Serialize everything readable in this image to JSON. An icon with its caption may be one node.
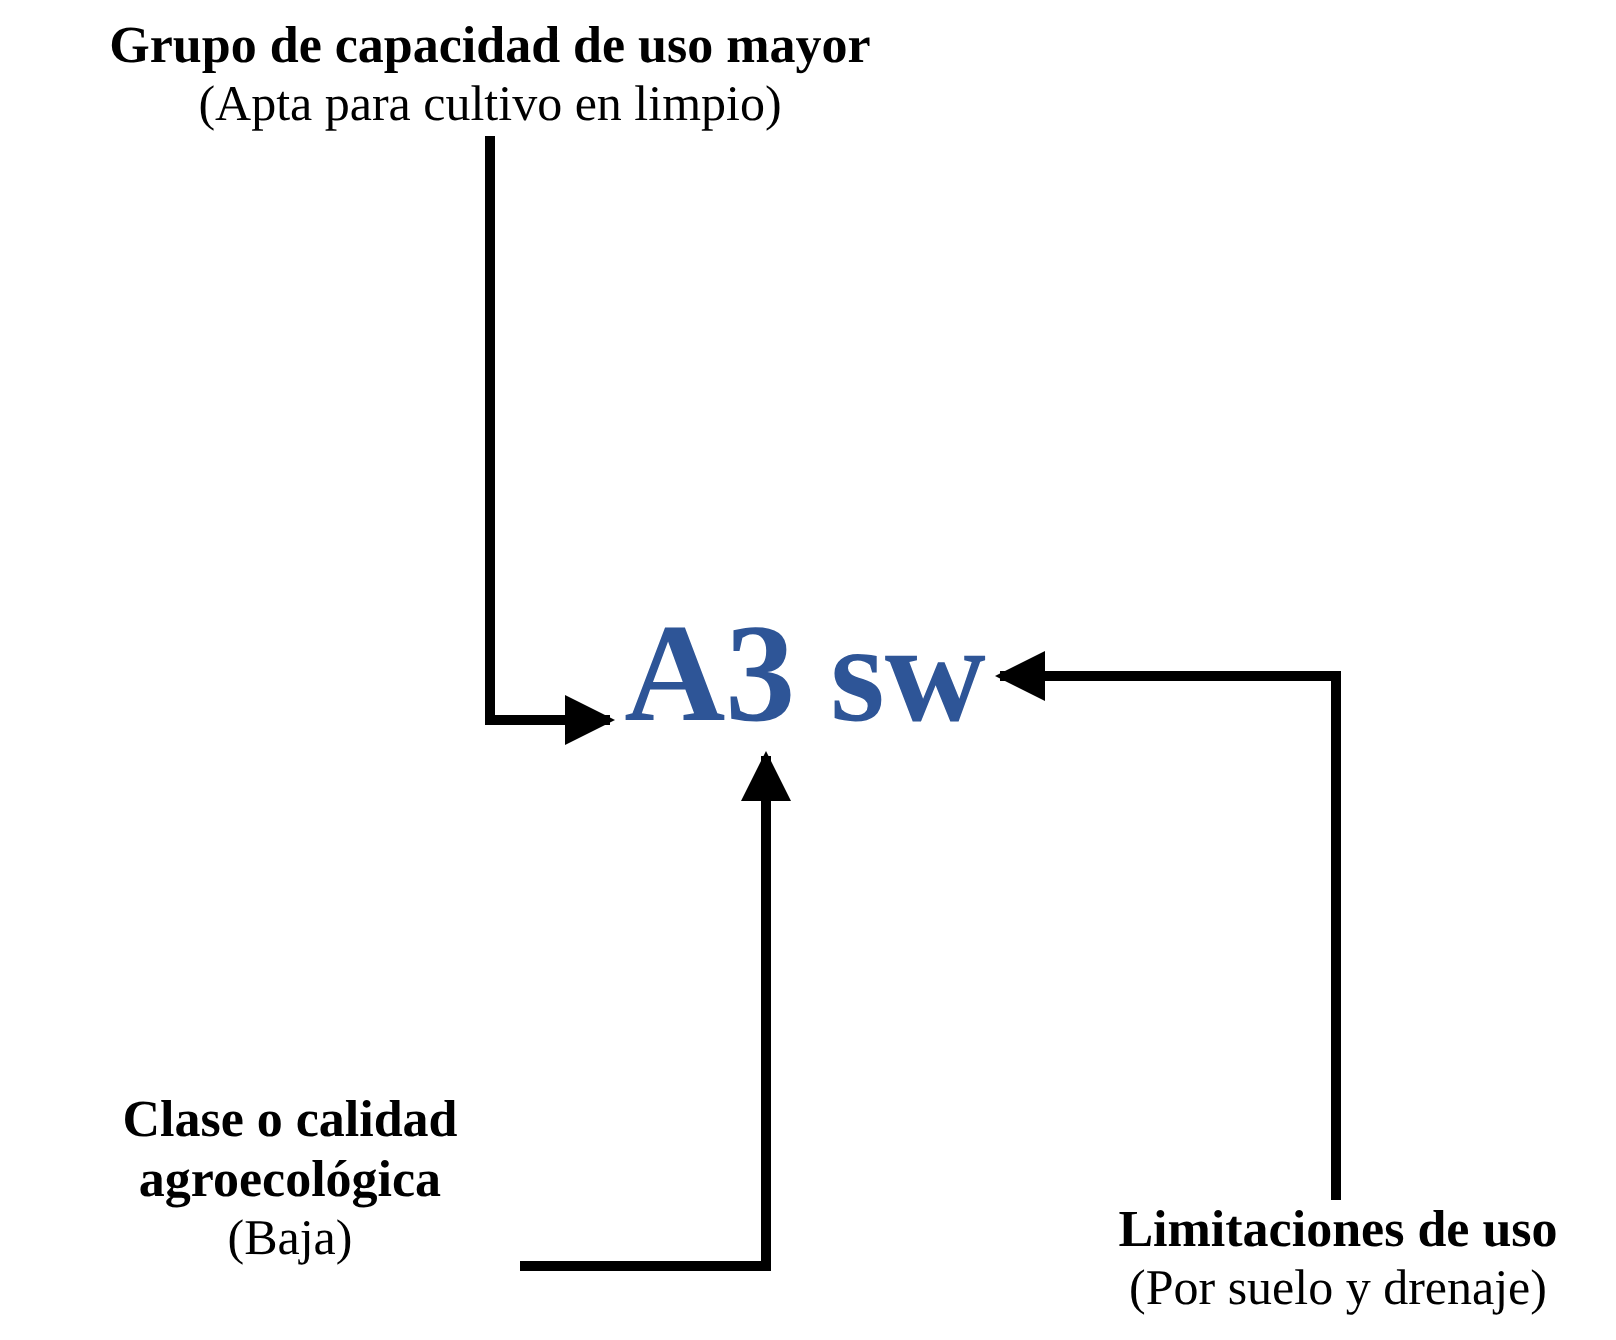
{
  "diagram": {
    "nodes": [
      {
        "text": [
          "Grupo de capacidad de uso mayor",
          "(Apta para cultivo en limpio)"
        ]
      },
      {
        "text": [
          "A3 sw"
        ]
      },
      {
        "text": [
          "Clase o calidad agroecológica",
          "(Baja)"
        ]
      },
      {
        "text": [
          "Limitaciones de uso",
          "(Por suelo y drenaje)"
        ]
      }
    ],
    "edges": [
      {
        "from": 0,
        "to": 1,
        "arrow": "to"
      },
      {
        "from": 2,
        "to": 1,
        "arrow": "to"
      },
      {
        "from": 3,
        "to": 1,
        "arrow": "to"
      }
    ]
  }
}
